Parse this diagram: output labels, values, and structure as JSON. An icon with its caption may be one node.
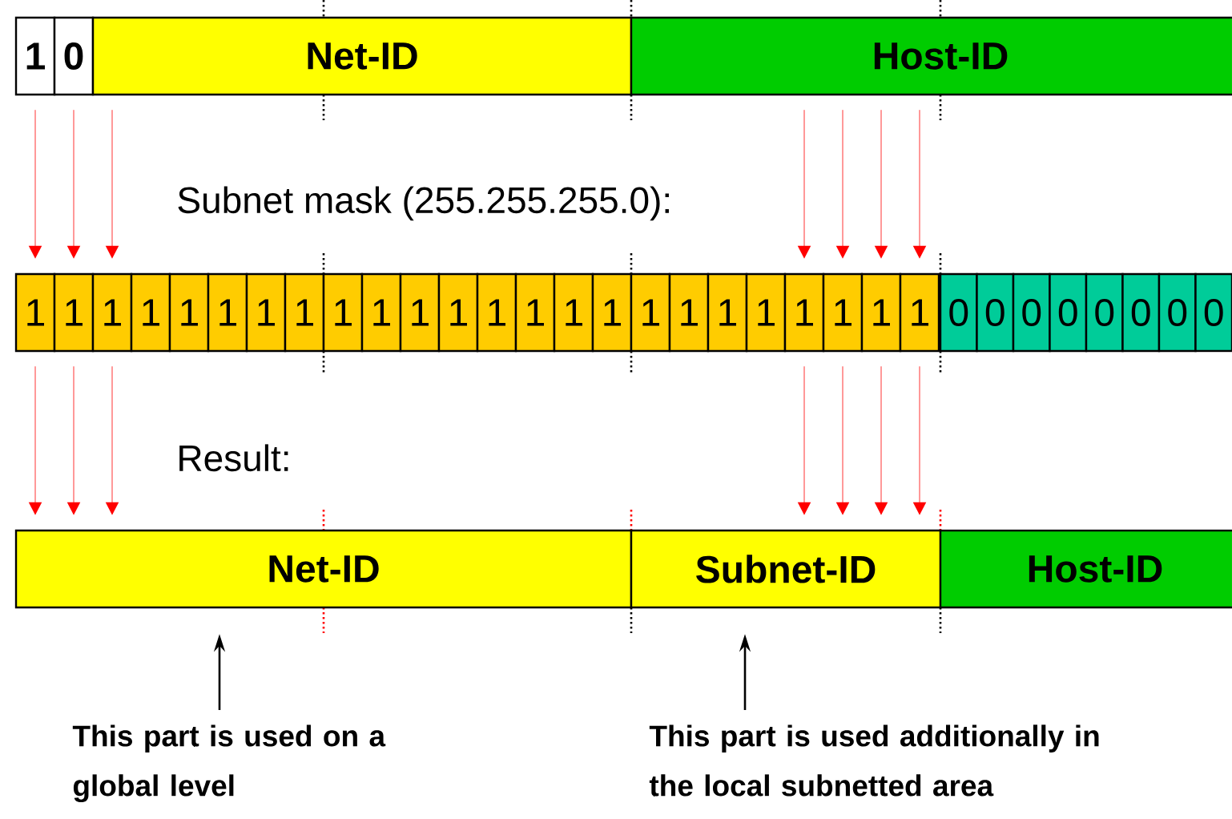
{
  "diagram": {
    "nodes": [
      {
        "text": [
          "1"
        ]
      },
      {
        "text": [
          "0"
        ]
      },
      {
        "text": [
          "Net-ID"
        ]
      },
      {
        "text": [
          "Host-ID"
        ]
      },
      {
        "text": [
          "1"
        ]
      },
      {
        "text": [
          "1"
        ]
      },
      {
        "text": [
          "1"
        ]
      },
      {
        "text": [
          "1"
        ]
      },
      {
        "text": [
          "1"
        ]
      },
      {
        "text": [
          "1"
        ]
      },
      {
        "text": [
          "1"
        ]
      },
      {
        "text": [
          "1"
        ]
      },
      {
        "text": [
          "1"
        ]
      },
      {
        "text": [
          "1"
        ]
      },
      {
        "text": [
          "1"
        ]
      },
      {
        "text": [
          "1"
        ]
      },
      {
        "text": [
          "1"
        ]
      },
      {
        "text": [
          "1"
        ]
      },
      {
        "text": [
          "1"
        ]
      },
      {
        "text": [
          "1"
        ]
      },
      {
        "text": [
          "1"
        ]
      },
      {
        "text": [
          "1"
        ]
      },
      {
        "text": [
          "1"
        ]
      },
      {
        "text": [
          "1"
        ]
      },
      {
        "text": [
          "1"
        ]
      },
      {
        "text": [
          "1"
        ]
      },
      {
        "text": [
          "1"
        ]
      },
      {
        "text": [
          "1"
        ]
      },
      {
        "text": [
          "0"
        ]
      },
      {
        "text": [
          "0"
        ]
      },
      {
        "text": [
          "0"
        ]
      },
      {
        "text": [
          "0"
        ]
      },
      {
        "text": [
          "0"
        ]
      },
      {
        "text": [
          "0"
        ]
      },
      {
        "text": [
          "0"
        ]
      },
      {
        "text": [
          "0"
        ]
      },
      {
        "text": [
          "Net-ID"
        ]
      },
      {
        "text": [
          "Subnet-ID"
        ]
      },
      {
        "text": [
          "Host-ID"
        ]
      },
      {
        "text": [
          "This part is used on a global level"
        ]
      },
      {
        "text": [
          "This part is used additionally in the local subnetted area"
        ]
      }
    ],
    "edges": [
      {
        "from": 0,
        "to": 4,
        "arrow": "to"
      },
      {
        "from": 1,
        "to": 5,
        "arrow": "to"
      },
      {
        "from": 2,
        "to": 6,
        "arrow": "to"
      },
      {
        "from": 3,
        "to": 24,
        "arrow": "to"
      },
      {
        "from": 3,
        "to": 25,
        "arrow": "to"
      },
      {
        "from": 3,
        "to": 26,
        "arrow": "to"
      },
      {
        "from": 3,
        "to": 27,
        "arrow": "to"
      },
      {
        "from": 4,
        "to": 36,
        "arrow": "to"
      },
      {
        "from": 5,
        "to": 36,
        "arrow": "to"
      },
      {
        "from": 6,
        "to": 36,
        "arrow": "to"
      },
      {
        "from": 24,
        "to": 37,
        "arrow": "to"
      },
      {
        "from": 25,
        "to": 37,
        "arrow": "to"
      },
      {
        "from": 26,
        "to": 37,
        "arrow": "to"
      },
      {
        "from": 27,
        "to": 37,
        "arrow": "to"
      },
      {
        "from": 39,
        "to": 36,
        "arrow": "to",
        "color": "#000000"
      },
      {
        "from": 40,
        "to": 37,
        "arrow": "to",
        "color": "#000000"
      }
    ],
    "labels": [
      "Subnet mask (255.255.255.0):",
      "Result:"
    ]
  }
}
